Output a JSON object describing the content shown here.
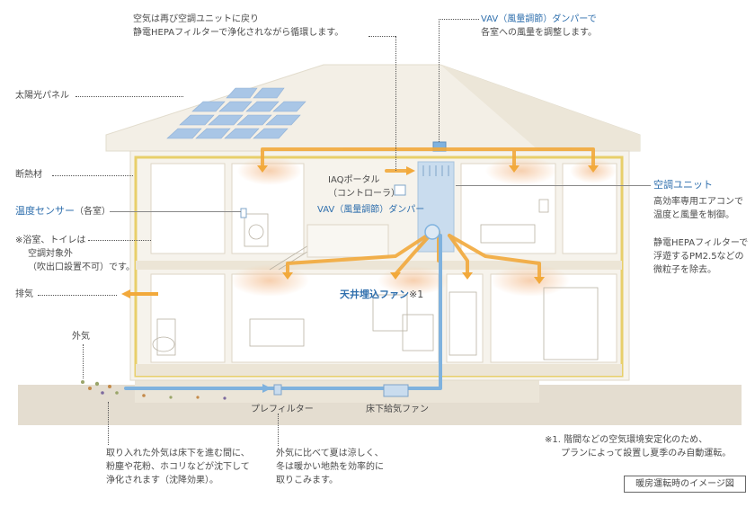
{
  "labels": {
    "return_air": [
      "空気は再び空調ユニットに戻り",
      "静電HEPAフィルターで浄化されながら循環します。"
    ],
    "vav_top": [
      "VAV（風量調節）ダンパーで",
      "各室への風量を調整します。"
    ],
    "solar": "太陽光パネル",
    "insulation": "断熱材",
    "iaq": [
      "IAQポータル",
      "（コントローラ）"
    ],
    "vav_mid": "VAV（風量調節）ダンパー",
    "temp_sensor_main": "温度センサー",
    "temp_sensor_sub": "（各室）",
    "bathroom_note": [
      "※浴室、トイレは",
      "空調対象外",
      "（吹出口設置不可）です。"
    ],
    "exhaust": "排気",
    "outside_air": "外気",
    "ceiling_fan": "天井埋込ファン",
    "ceiling_fan_note": "※1",
    "ac_unit": "空調ユニット",
    "ac_desc": [
      "高効率専用エアコンで",
      "温度と風量を制御。"
    ],
    "hepa_desc": [
      "静電HEPAフィルターで",
      "浮遊するPM2.5などの",
      "微粒子を除去。"
    ],
    "prefilter": "プレフィルター",
    "underfloor_fan": "床下給気ファン",
    "intake_note": [
      "取り入れた外気は床下を進む間に、",
      "粉塵や花粉、ホコリなどが沈下して",
      "浄化されます（沈降効果）。"
    ],
    "geo_note": [
      "外気に比べて夏は涼しく、",
      "冬は暖かい地熱を効率的に",
      "取りこみます。"
    ],
    "footnote": [
      "※1. 階間などの空気環境安定化のため、",
      "プランによって設置し夏季のみ自動運転。"
    ],
    "caption": "暖房運転時のイメージ図"
  },
  "colors": {
    "warm_duct": "#f2a93b",
    "cool_duct": "#7fb2de",
    "wall": "#f3efe6",
    "insulation": "#e8cf6a",
    "ground": "#e4ddd0",
    "solar": "#a9c6e6",
    "label_blue": "#2f6fad"
  }
}
